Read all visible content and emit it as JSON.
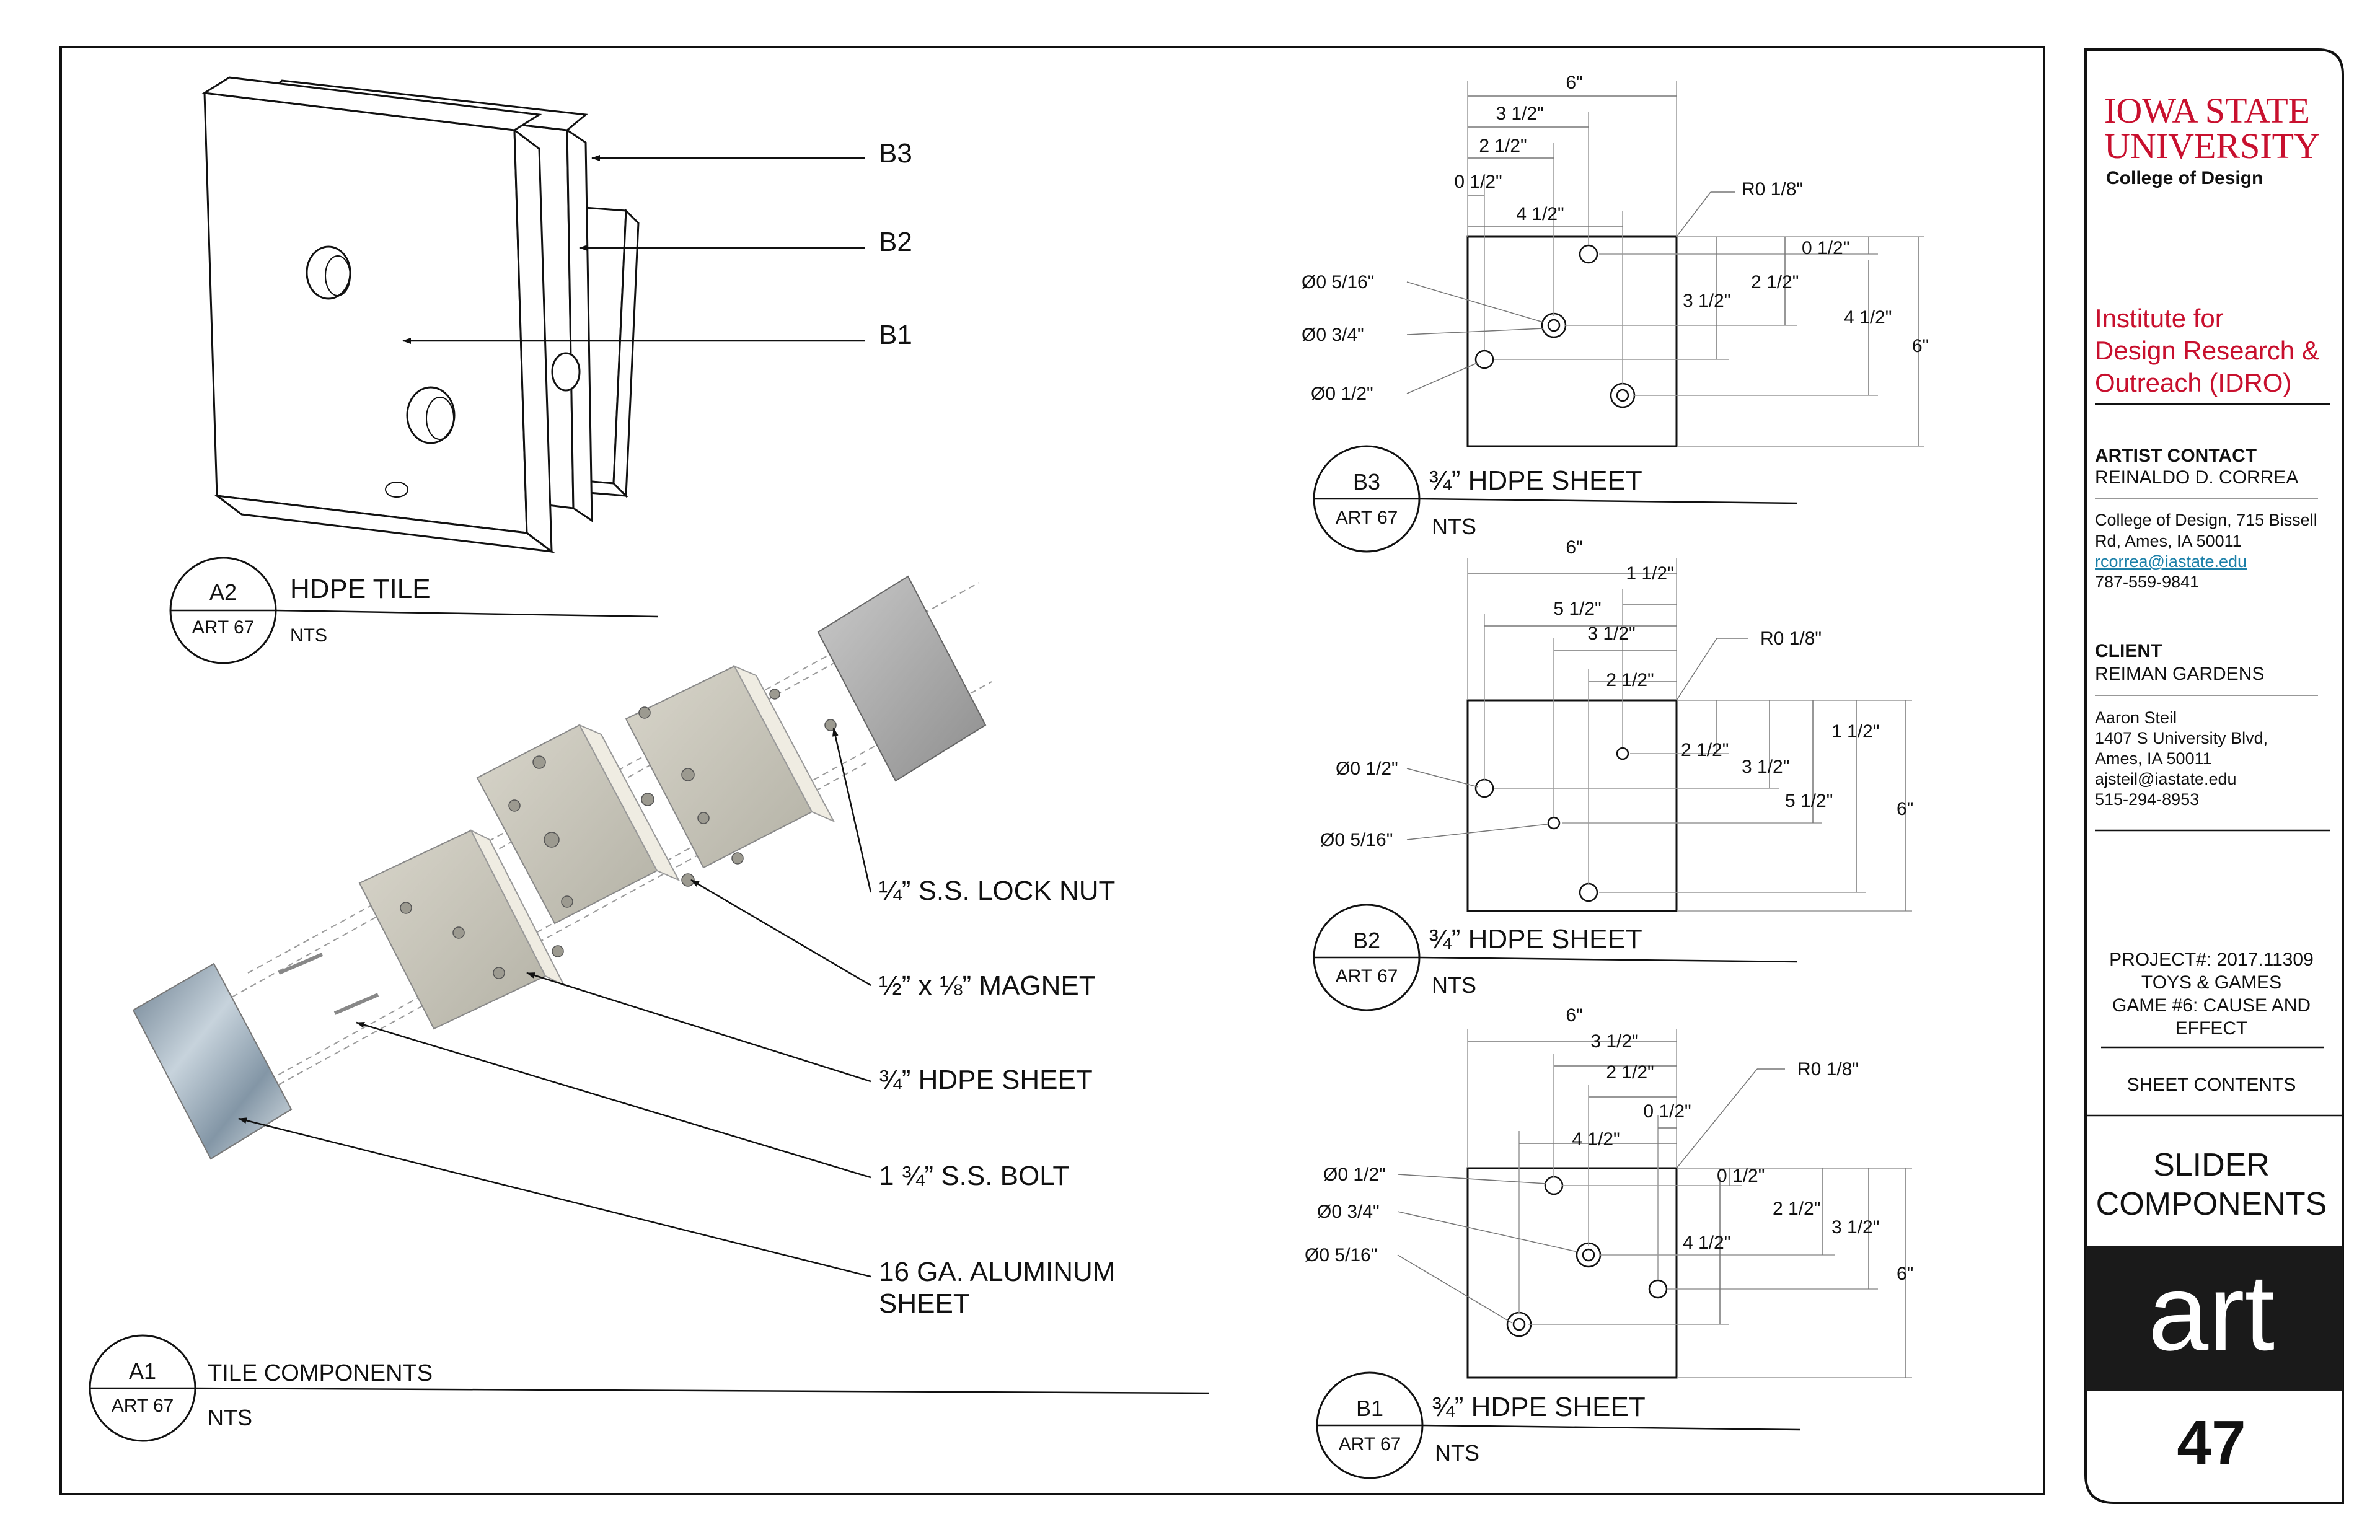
{
  "colors": {
    "isu_red": "#c8102e",
    "link": "#1a7fa8",
    "black_band": "#1a1a1a"
  },
  "university": {
    "name_line1": "IOWA STATE",
    "name_line2": "UNIVERSITY",
    "college": "College of Design"
  },
  "institute": {
    "line1": "Institute for",
    "line2": "Design Research &",
    "line3": "Outreach (IDRO)"
  },
  "artist": {
    "heading": "ARTIST CONTACT",
    "name": "REINALDO D. CORREA",
    "addr1": "College of Design, 715 Bissell",
    "addr2": "Rd, Ames, IA 50011",
    "email": "rcorrea@iastate.edu",
    "phone": "787-559-9841"
  },
  "client": {
    "heading": "CLIENT",
    "name": "REIMAN GARDENS",
    "contact": "Aaron Steil",
    "addr1": "1407 S University Blvd,",
    "addr2": "Ames, IA 50011",
    "email": "ajsteil@iastate.edu",
    "phone": "515-294-8953"
  },
  "project": {
    "number": "PROJECT#: 2017.11309",
    "line2": "TOYS & GAMES",
    "line3": "GAME #6: CAUSE AND",
    "line4": "EFFECT"
  },
  "sheet": {
    "contents_label": "SHEET CONTENTS",
    "title1": "SLIDER",
    "title2": "COMPONENTS",
    "band": "art",
    "number": "47"
  },
  "views": {
    "a2": {
      "id": "A2",
      "ref": "ART 67",
      "title": "HDPE TILE",
      "scale": "NTS"
    },
    "a1": {
      "id": "A1",
      "ref": "ART 67",
      "title": "TILE COMPONENTS",
      "scale": "NTS"
    },
    "b3": {
      "id": "B3",
      "ref": "ART 67",
      "title": "¾” HDPE SHEET",
      "scale": "NTS"
    },
    "b2": {
      "id": "B2",
      "ref": "ART 67",
      "title": "¾” HDPE SHEET",
      "scale": "NTS"
    },
    "b1": {
      "id": "B1",
      "ref": "ART 67",
      "title": "¾” HDPE SHEET",
      "scale": "NTS"
    }
  },
  "tile_labels": {
    "b3": "B3",
    "b2": "B2",
    "b1": "B1"
  },
  "components": {
    "nut": "¼”  S.S. LOCK NUT",
    "magnet": "½” x ⅛” MAGNET",
    "sheet": "¾” HDPE SHEET",
    "bolt": "1 ¾” S.S. BOLT",
    "alu1": "16 GA. ALUMINUM",
    "alu2": "SHEET"
  },
  "dims_b3": {
    "w": "6\"",
    "d1": "3 1/2\"",
    "d2": "2 1/2\"",
    "d3": "0 1/2\"",
    "d4": "4 1/2\"",
    "r": "R0 1/8\"",
    "h1": "0 1/2\"",
    "h2": "2 1/2\"",
    "h3": "3 1/2\"",
    "h4": "4 1/2\"",
    "h": "6\"",
    "c1": "Ø0 5/16\"",
    "c2": "Ø0 3/4\"",
    "c3": "Ø0 1/2\""
  },
  "dims_b2": {
    "w": "6\"",
    "d1": "1 1/2\"",
    "d2": "5 1/2\"",
    "d3": "3 1/2\"",
    "d4": "2 1/2\"",
    "r": "R0 1/8\"",
    "h1": "1 1/2\"",
    "h2": "2 1/2\"",
    "h3": "3 1/2\"",
    "h4": "5 1/2\"",
    "h": "6\"",
    "c1": "Ø0 1/2\"",
    "c2": "Ø0 5/16\""
  },
  "dims_b1": {
    "w": "6\"",
    "d1": "3 1/2\"",
    "d2": "2 1/2\"",
    "d3": "0 1/2\"",
    "d4": "4 1/2\"",
    "r": "R0 1/8\"",
    "h1": "0 1/2\"",
    "h2": "2 1/2\"",
    "h3": "3 1/2\"",
    "h4": "4 1/2\"",
    "h": "6\"",
    "c1": "Ø0 1/2\"",
    "c2": "Ø0 3/4\"",
    "c3": "Ø0 5/16\""
  }
}
